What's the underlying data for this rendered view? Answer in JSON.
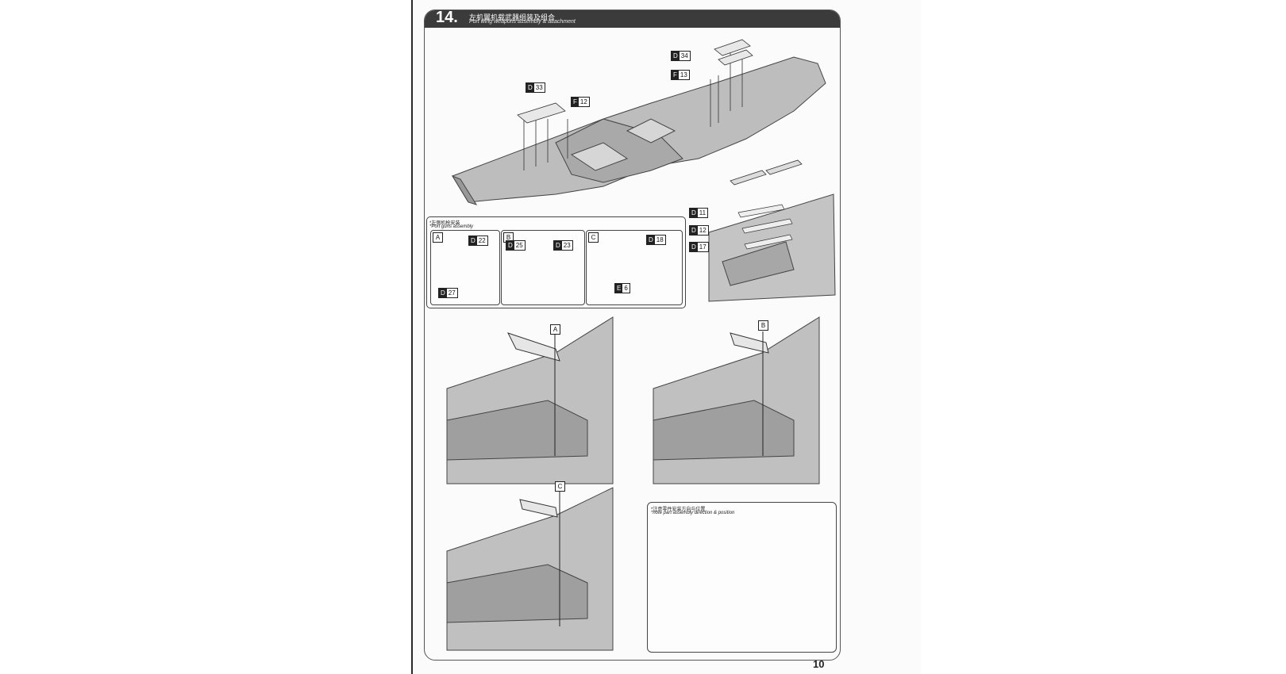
{
  "step": {
    "number": "14.",
    "title_cn": "左机翼机载武器组装及组合",
    "title_en": "Port wing weapons assembly & attachment"
  },
  "page_number": "10",
  "top_parts": [
    {
      "key": "D",
      "num": "34"
    },
    {
      "key": "F",
      "num": "13"
    },
    {
      "key": "D",
      "num": "33"
    },
    {
      "key": "F",
      "num": "12"
    }
  ],
  "ammo_parts": [
    {
      "key": "D",
      "num": "11"
    },
    {
      "key": "D",
      "num": "12"
    },
    {
      "key": "D",
      "num": "17"
    }
  ],
  "guns_panel": {
    "title_cn": "*左侧机枪安装",
    "title_en": "*Port guns assembly",
    "sub_a": {
      "label": "A",
      "parts": [
        {
          "key": "D",
          "num": "22"
        },
        {
          "key": "D",
          "num": "27"
        }
      ]
    },
    "sub_b": {
      "label": "B",
      "parts": [
        {
          "key": "D",
          "num": "25"
        },
        {
          "key": "D",
          "num": "23"
        }
      ]
    },
    "sub_c": {
      "label": "C",
      "parts": [
        {
          "key": "D",
          "num": "18"
        },
        {
          "key": "E",
          "num": "6"
        }
      ]
    }
  },
  "views": {
    "a_label": "A",
    "b_label": "B",
    "c_label": "C"
  },
  "note": {
    "title_cn": "*注意零件安装方向与位置",
    "title_en": "*note part assembly direction & position"
  }
}
